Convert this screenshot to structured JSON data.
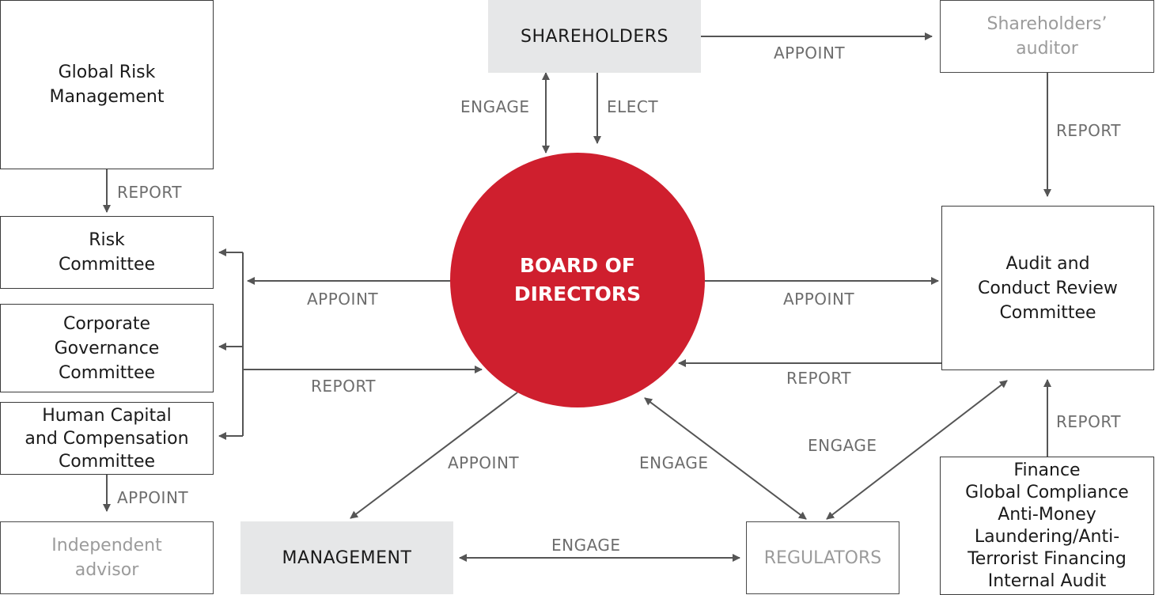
{
  "center": {
    "line1": "BOARD OF",
    "line2": "DIRECTORS",
    "color": "#cf1f2e"
  },
  "boxes": {
    "shareholders": "SHAREHOLDERS",
    "management": "MANAGEMENT",
    "regulators": "REGULATORS",
    "shareholders_auditor": [
      "Shareholders’",
      "auditor"
    ],
    "global_risk": [
      "Global Risk",
      "Management"
    ],
    "risk_committee": [
      "Risk",
      "Committee"
    ],
    "corporate_governance": [
      "Corporate",
      "Governance",
      "Committee"
    ],
    "human_capital": [
      "Human Capital",
      "and Compensation",
      "Committee"
    ],
    "independent_advisor": [
      "Independent",
      "advisor"
    ],
    "audit_committee": [
      "Audit and",
      "Conduct Review",
      "Committee"
    ],
    "control_functions": [
      "Finance",
      "Global Compliance",
      "Anti-Money",
      "Laundering/Anti-",
      "Terrorist Financing",
      "Internal Audit"
    ]
  },
  "labels": {
    "appoint_auditor": "APPOINT",
    "engage_shareholders": "ENGAGE",
    "elect": "ELECT",
    "report_auditor": "REPORT",
    "report_global_risk": "REPORT",
    "appoint_committees": "APPOINT",
    "report_committees": "REPORT",
    "appoint_audit": "APPOINT",
    "report_audit": "REPORT",
    "appoint_advisor": "APPOINT",
    "appoint_management": "APPOINT",
    "engage_regulators_board": "ENGAGE",
    "engage_regulators_audit": "ENGAGE",
    "report_control": "REPORT",
    "engage_management": "ENGAGE"
  },
  "colors": {
    "arrow": "#555555",
    "box_fill": "#e6e7e8",
    "faded_text": "#9b9b9b",
    "label": "#6d6d6d"
  }
}
